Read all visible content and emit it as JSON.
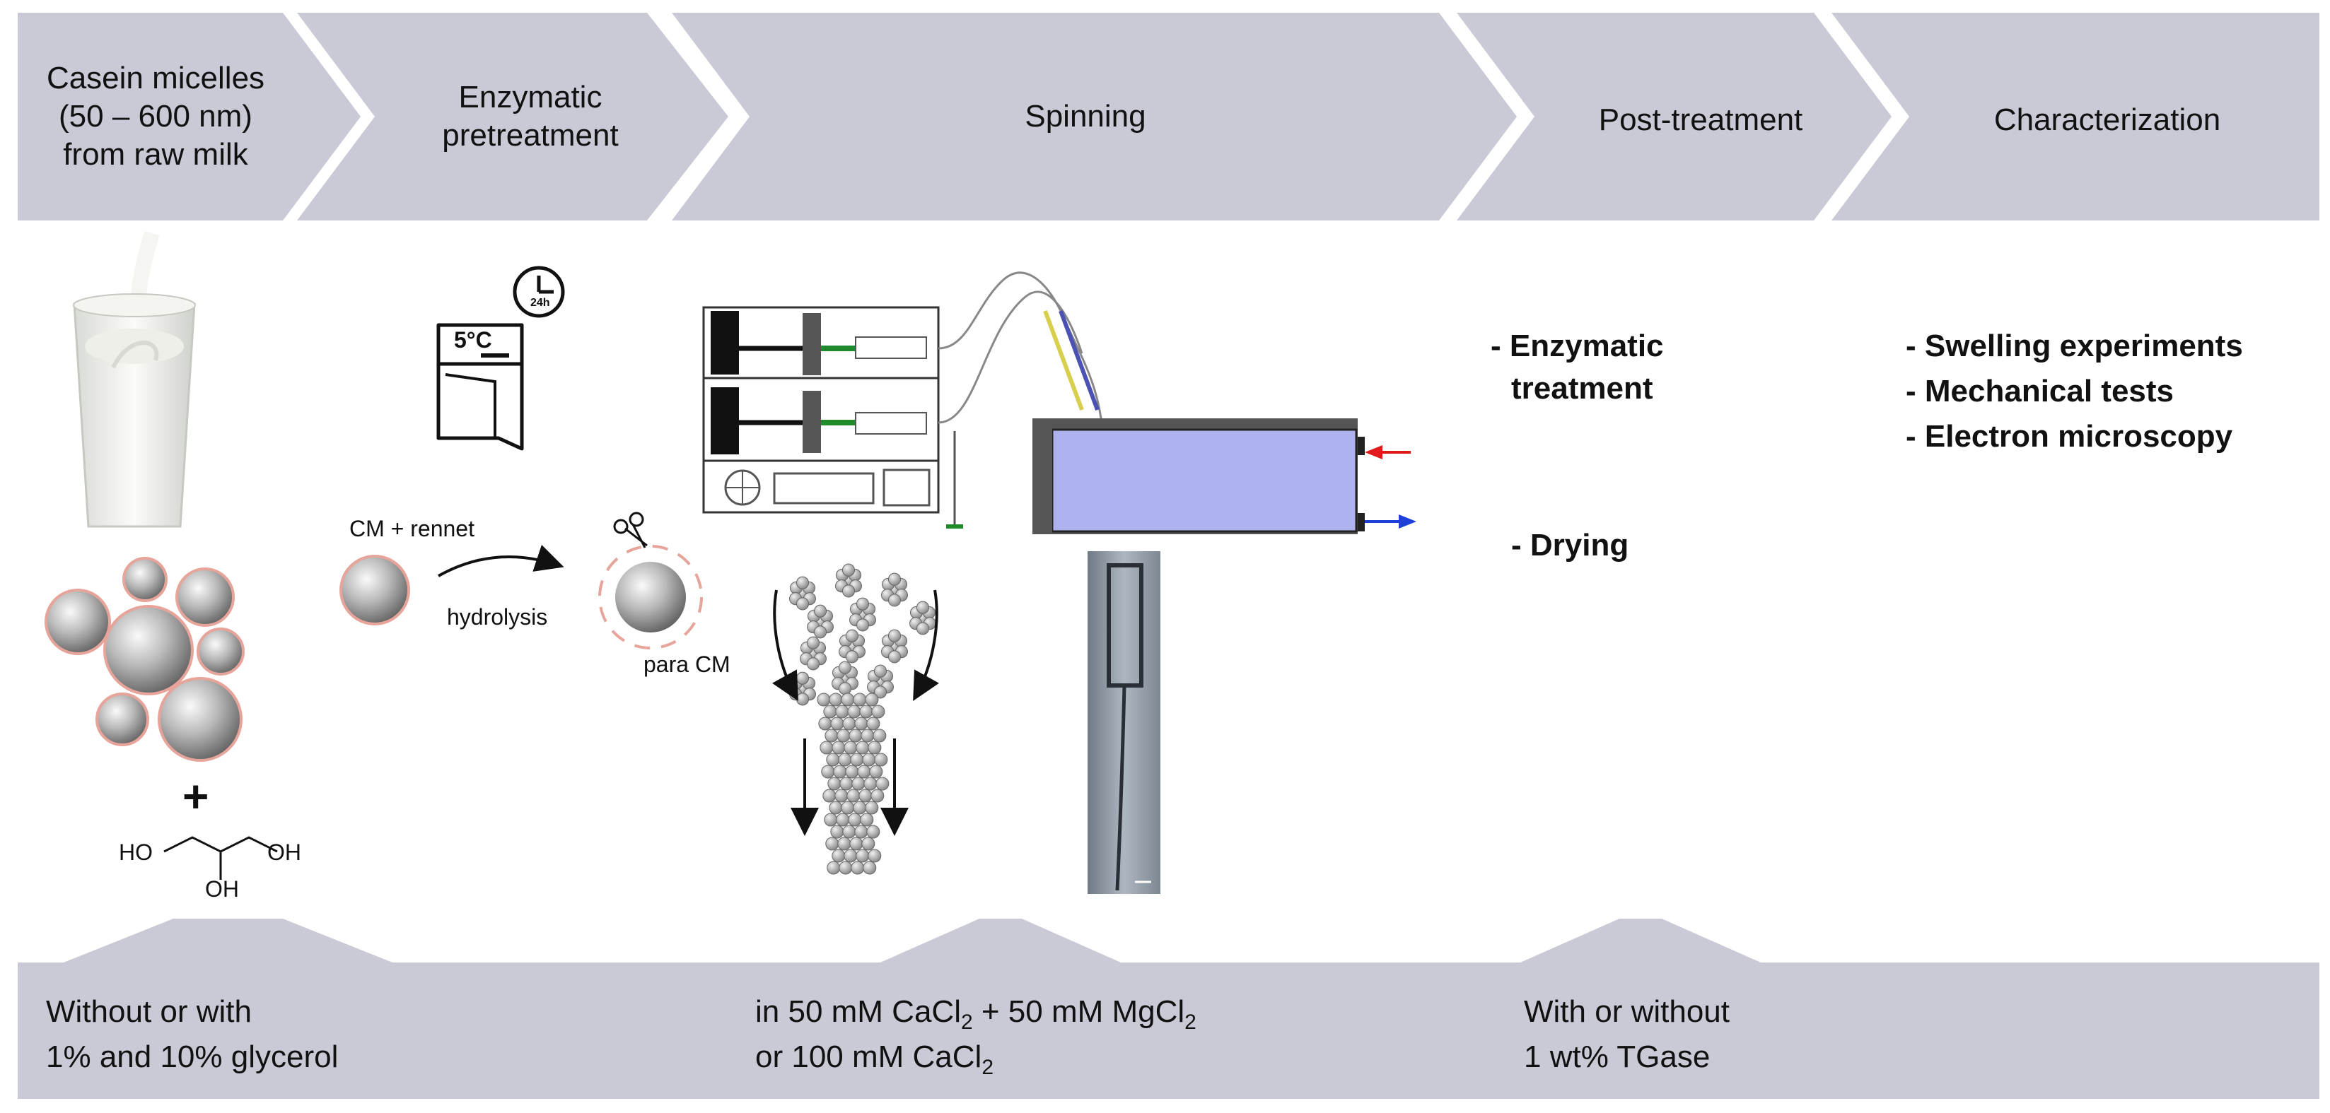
{
  "stages": [
    {
      "id": "casein",
      "title": "Casein micelles\n(50 – 600 nm)\nfrom raw milk"
    },
    {
      "id": "enzymatic",
      "title": "Enzymatic\npretreatment"
    },
    {
      "id": "spinning",
      "title": "Spinning"
    },
    {
      "id": "post",
      "title": "Post-treatment"
    },
    {
      "id": "characterization",
      "title": "Characterization"
    }
  ],
  "pretreatment": {
    "fridge_temp": "5°C",
    "timer": "24h",
    "cm_rennet": "CM + rennet",
    "hydrolysis": "hydrolysis",
    "para_cm": "para CM"
  },
  "glycerol": {
    "plus": "+",
    "ho_left": "HO",
    "oh_right": "OH",
    "oh_bottom": "OH"
  },
  "post_treatment": {
    "item1_line1": "- Enzymatic",
    "item1_line2": "treatment",
    "item2": "- Drying"
  },
  "characterization": {
    "items": [
      "- Swelling experiments",
      "- Mechanical tests",
      "- Electron microscopy"
    ]
  },
  "footer": {
    "glycerol_line1": "Without or with",
    "glycerol_line2": "1% and 10% glycerol",
    "bath_line1_pre": "in 50 mM CaCl",
    "bath_line1_sub1": "2",
    "bath_line1_mid": " + 50 mM MgCl",
    "bath_line1_sub2": "2",
    "bath_line2_pre": "or 100 mM CaCl",
    "bath_line2_sub": "2",
    "tgase_line1": "With or without",
    "tgase_line2": "1 wt% TGase"
  },
  "colors": {
    "banner": "#c9cad6",
    "footer_band": "#c9cad6",
    "bath": "#aeb2ef",
    "micelle_outline": "#e6a49a",
    "pump_plunger": "#1f8a2b",
    "inlet_arrow": "#e11b1b",
    "outlet_arrow": "#1e3fd8"
  }
}
